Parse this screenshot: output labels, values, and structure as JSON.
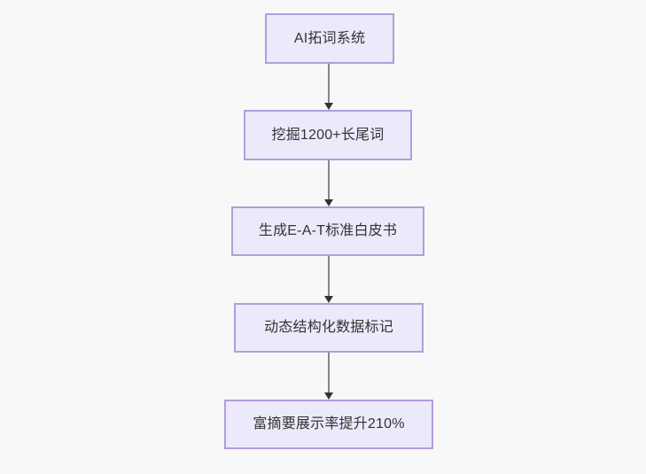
{
  "diagram": {
    "type": "flowchart",
    "direction": "top-to-bottom",
    "background_color": "#f8f8f8",
    "node_fill_color": "#ece9fb",
    "node_border_color": "#b39ddb",
    "node_text_color": "#333333",
    "edge_line_color": "#888888",
    "edge_arrow_color": "#333333",
    "nodes": [
      {
        "id": "n1",
        "label": "AI拓词系统"
      },
      {
        "id": "n2",
        "label": "挖掘1200+长尾词"
      },
      {
        "id": "n3",
        "label": "生成E-A-T标准白皮书"
      },
      {
        "id": "n4",
        "label": "动态结构化数据标记"
      },
      {
        "id": "n5",
        "label": "富摘要展示率提升210%"
      }
    ],
    "edges": [
      {
        "from": "n1",
        "to": "n2",
        "label": ""
      },
      {
        "from": "n2",
        "to": "n3",
        "label": ""
      },
      {
        "from": "n3",
        "to": "n4",
        "label": ""
      },
      {
        "from": "n4",
        "to": "n5",
        "label": ""
      }
    ]
  }
}
